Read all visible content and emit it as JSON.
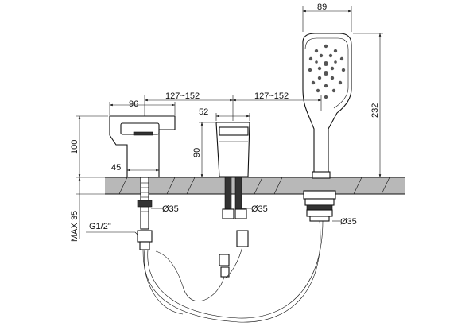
{
  "dimensions": {
    "spout_top_width": "96",
    "spout_spacing": "127~152",
    "handle_width": "52",
    "handset_spacing": "127~152",
    "handshower_width": "89",
    "handshower_height": "232",
    "spout_height": "100",
    "handle_height": "90",
    "spout_base": "45",
    "hole_left": "Ø35",
    "hole_middle": "Ø35",
    "hole_right": "Ø35",
    "max_deck": "MAX 35",
    "thread": "G1/2\""
  },
  "colors": {
    "line": "#111111",
    "deck_fill": "#b8b8b8",
    "background": "#ffffff"
  }
}
